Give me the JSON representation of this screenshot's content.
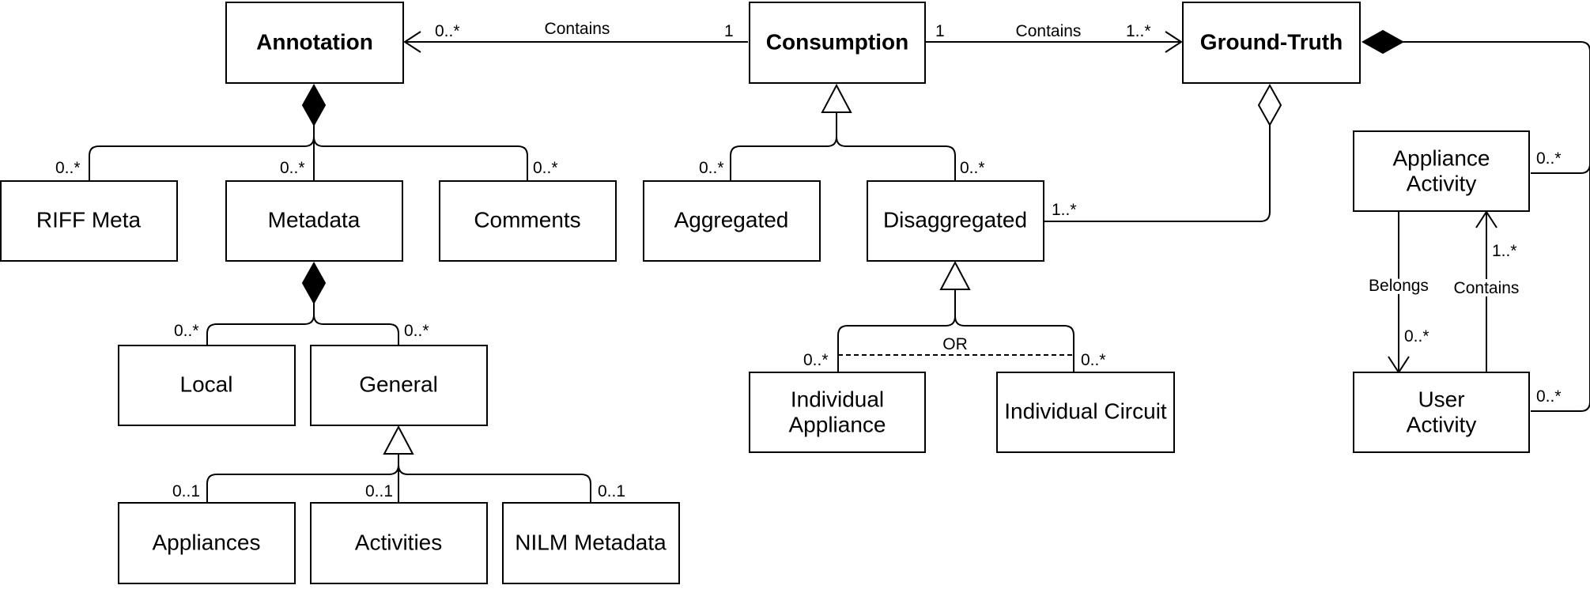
{
  "classes": {
    "annotation": "Annotation",
    "consumption": "Consumption",
    "ground_truth": "Ground-Truth",
    "riff_meta": "RIFF Meta",
    "metadata": "Metadata",
    "comments": "Comments",
    "aggregated": "Aggregated",
    "disaggregated": "Disaggregated",
    "appliance_activity_line1": "Appliance",
    "appliance_activity_line2": "Activity",
    "user_activity_line1": "User",
    "user_activity_line2": "Activity",
    "local": "Local",
    "general": "General",
    "individual_appliance_line1": "Individual",
    "individual_appliance_line2": "Appliance",
    "individual_circuit": "Individual Circuit",
    "appliances": "Appliances",
    "activities": "Activities",
    "nilm_metadata": "NILM Metadata"
  },
  "edge_labels": {
    "contains_annotation": "Contains",
    "contains_ground_truth": "Contains",
    "or": "OR",
    "belongs": "Belongs",
    "contains_activity": "Contains"
  },
  "multiplicities": {
    "annotation_end": "0..*",
    "consumption_left": "1",
    "consumption_right": "1",
    "ground_truth_end": "1..*",
    "riff_meta": "0..*",
    "metadata": "0..*",
    "comments": "0..*",
    "aggregated": "0..*",
    "disaggregated": "0..*",
    "disaggregated_ground_truth": "1..*",
    "appliance_activity_ground_truth": "0..*",
    "user_activity_ground_truth": "0..*",
    "local": "0..*",
    "general": "0..*",
    "individual_appliance": "0..*",
    "individual_circuit": "0..*",
    "appliances": "0..1",
    "activities": "0..1",
    "nilm_metadata": "0..1",
    "belongs_end": "0..*",
    "contains_activity_end": "1..*"
  }
}
